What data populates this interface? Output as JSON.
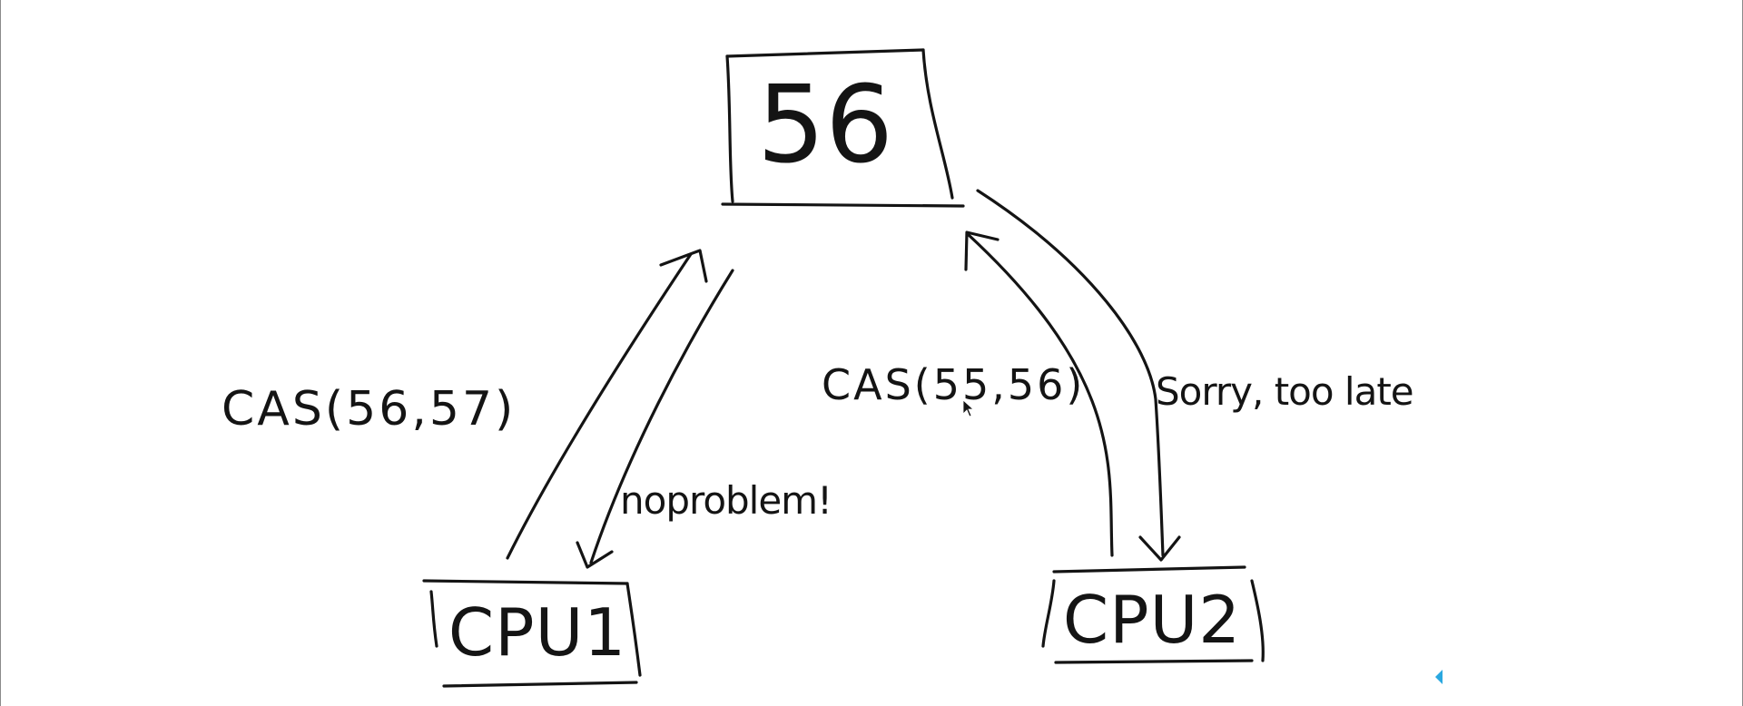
{
  "diagram": {
    "memory_value": "56",
    "cpu1_label": "CPU1",
    "cpu2_label": "CPU2",
    "cpu1_request": "CAS(56,57)",
    "cpu1_response": "noproblem!",
    "cpu2_request": "CAS(55,56)",
    "cpu2_response": "Sorry, too late"
  },
  "colors": {
    "ink": "#141414",
    "background": "#ffffff",
    "player_marker": "#2aa8e0"
  },
  "icons": {
    "cursor": "mouse-pointer-icon",
    "marker": "play-marker-icon"
  }
}
